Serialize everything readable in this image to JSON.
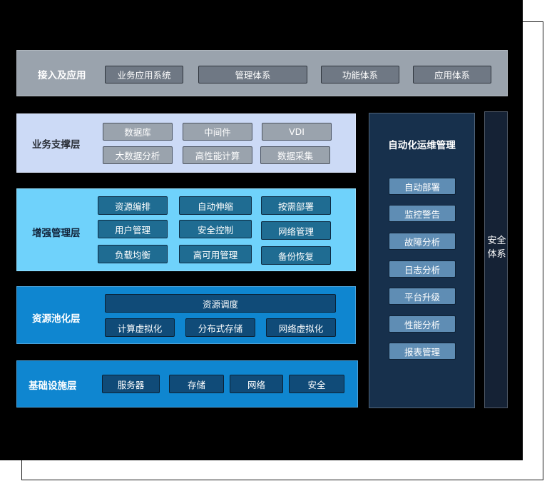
{
  "access_layer": {
    "title": "接入及应用",
    "items": [
      "业务应用系统",
      "管理体系",
      "功能体系",
      "应用体系"
    ]
  },
  "support_layer": {
    "title": "业务支撑层",
    "items": [
      "数据库",
      "中间件",
      "VDI",
      "大数据分析",
      "高性能计算",
      "数据采集"
    ]
  },
  "enhanced_layer": {
    "title": "增强管理层",
    "items": [
      "资源编排",
      "自动伸缩",
      "按需部署",
      "用户管理",
      "安全控制",
      "网络管理",
      "负载均衡",
      "高可用管理",
      "备份恢复"
    ]
  },
  "pool_layer": {
    "title": "资源池化层",
    "top_item": "资源调度",
    "items": [
      "计算虚拟化",
      "分布式存储",
      "网络虚拟化"
    ]
  },
  "infra_layer": {
    "title": "基础设施层",
    "items": [
      "服务器",
      "存储",
      "网络",
      "安全"
    ]
  },
  "ops_panel": {
    "title": "自动化运维管理",
    "items": [
      "自动部署",
      "监控警告",
      "故障分析",
      "日志分析",
      "平台升级",
      "性能分析",
      "报表管理"
    ]
  },
  "security_panel": {
    "title": "安全体系"
  }
}
